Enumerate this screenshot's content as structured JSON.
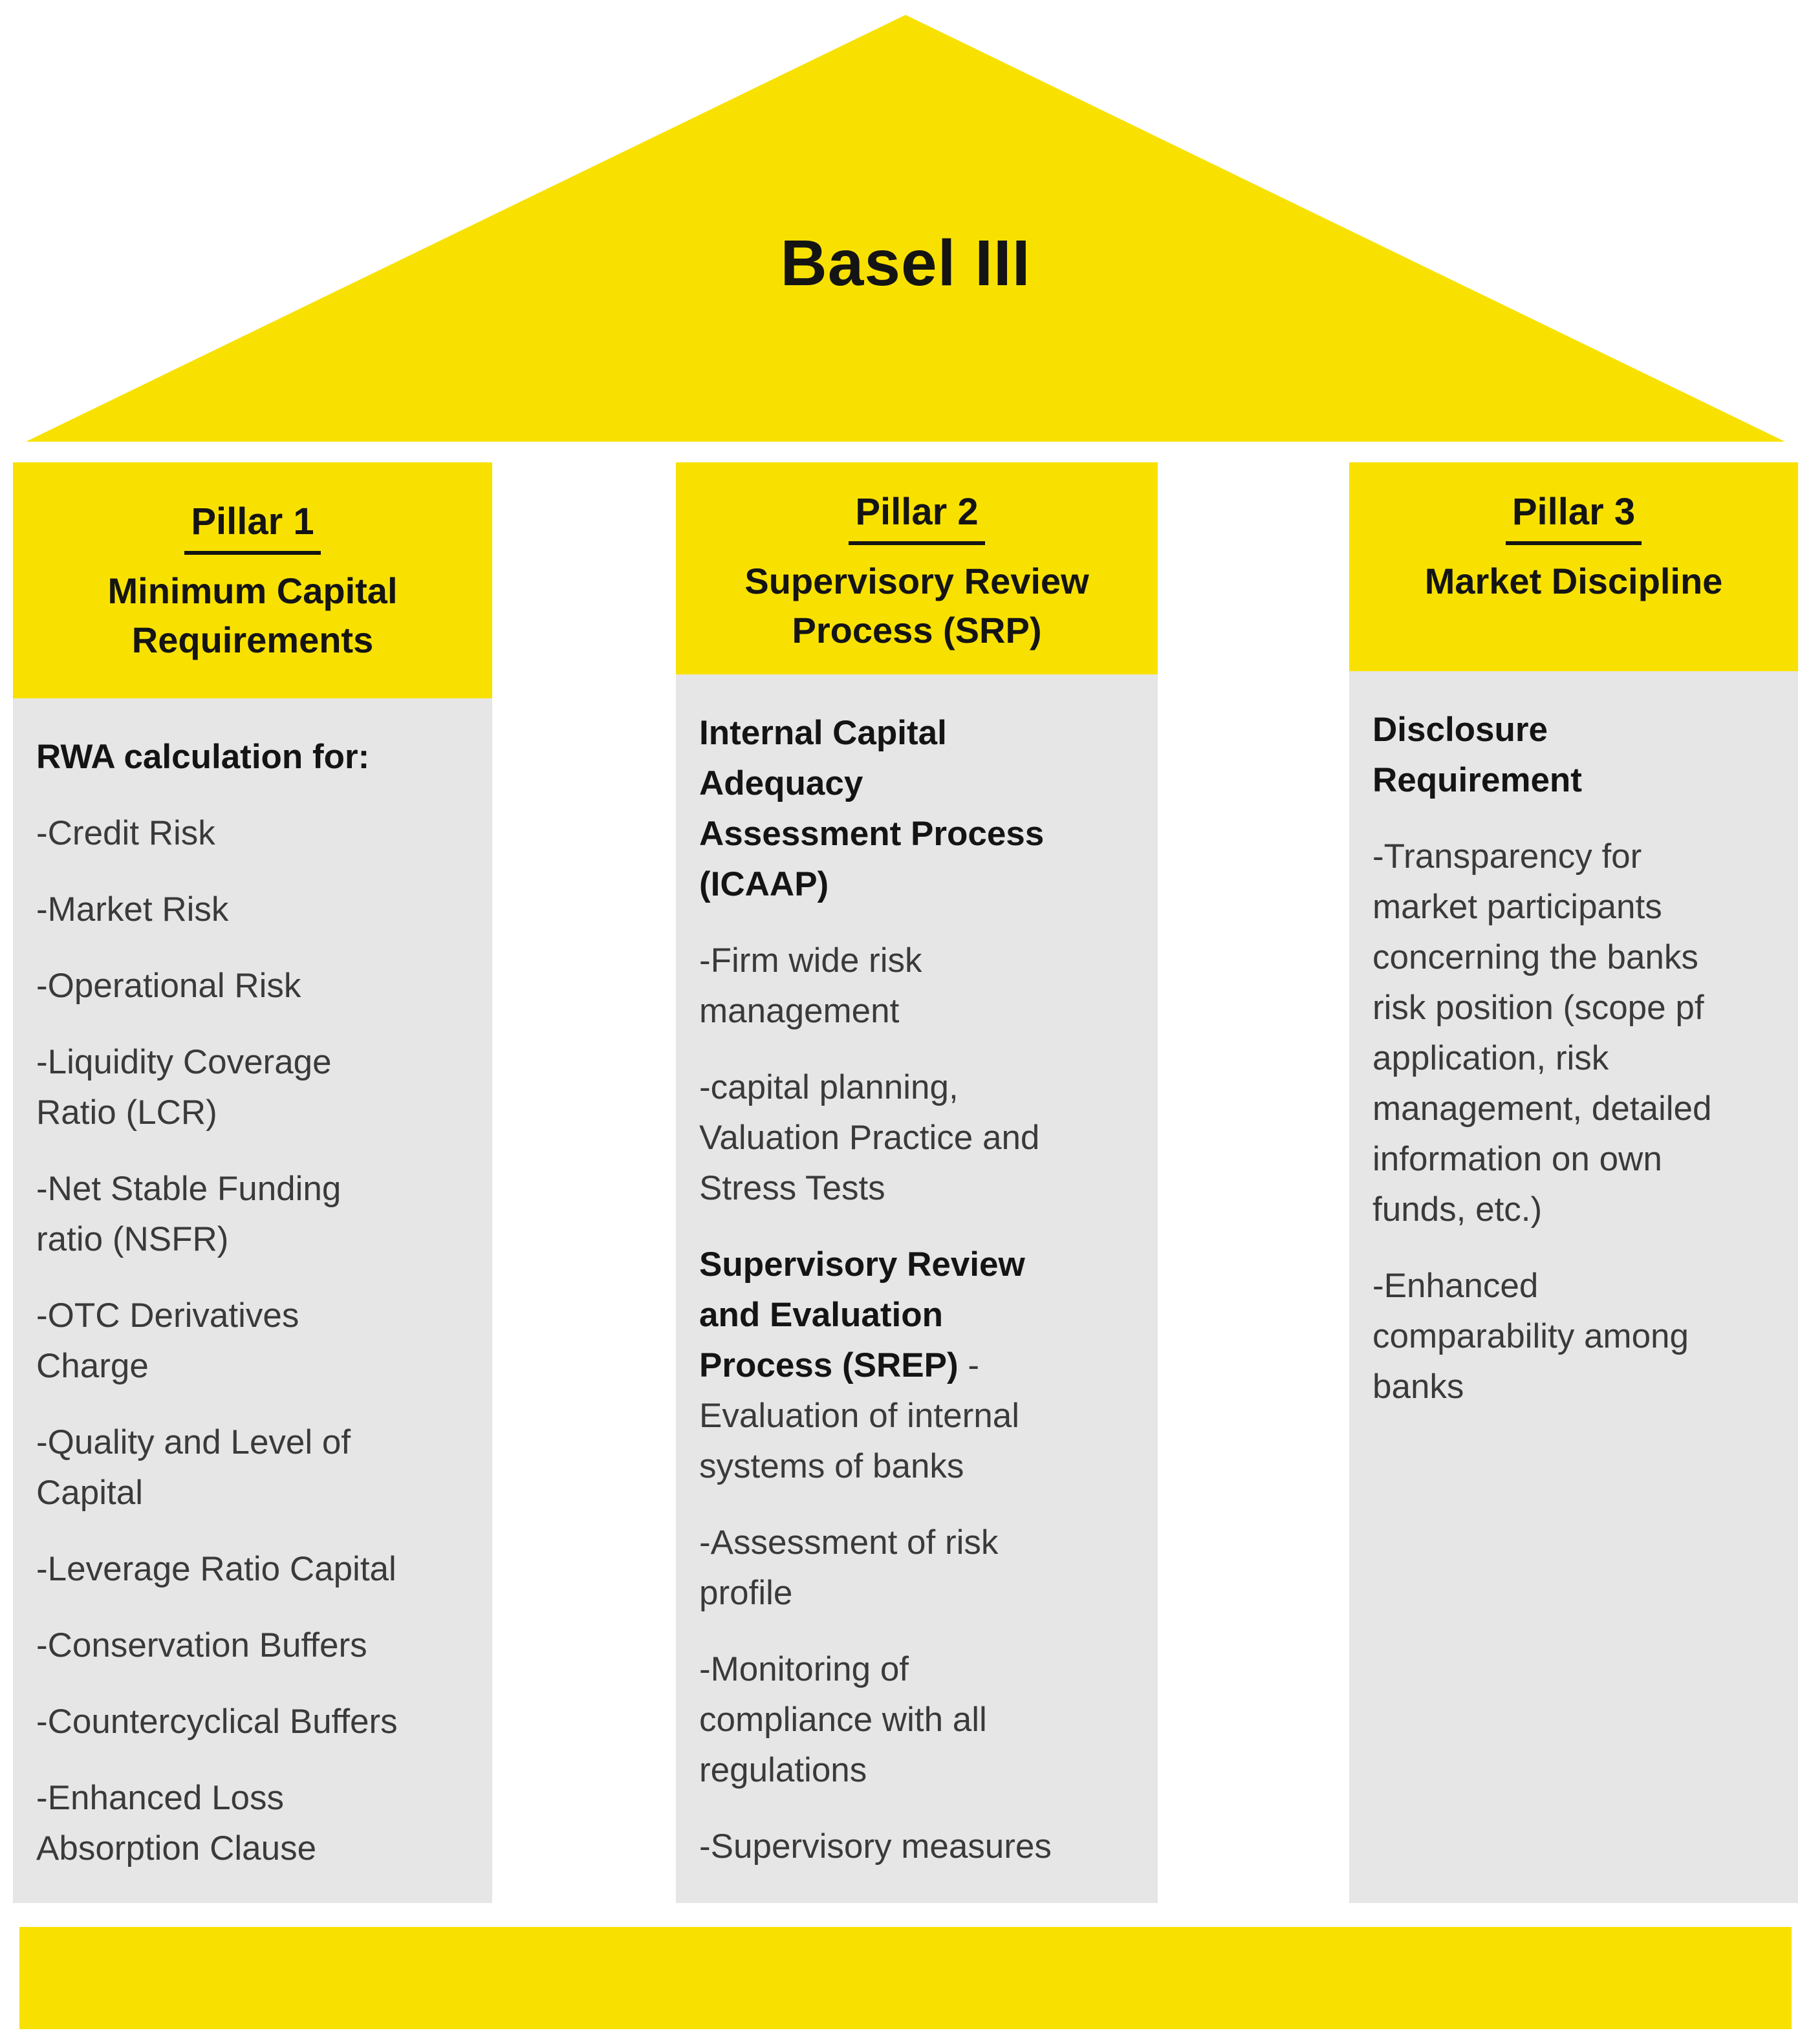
{
  "title": "Basel III",
  "colors": {
    "accent_yellow": "#F8E100",
    "panel_gray": "#E6E6E6",
    "heading_text": "#141414",
    "body_text": "#3A3A3A"
  },
  "pillars": [
    {
      "heading": "Pillar 1",
      "subtitle": "Minimum Capital\nRequirements",
      "items": [
        {
          "bold": "RWA calculation for:",
          "text": ""
        },
        {
          "bold": "",
          "text": "-Credit Risk"
        },
        {
          "bold": "",
          "text": "-Market Risk"
        },
        {
          "bold": "",
          "text": "-Operational Risk"
        },
        {
          "bold": "",
          "text": "-Liquidity Coverage\nRatio (LCR)"
        },
        {
          "bold": "",
          "text": "-Net Stable Funding\nratio (NSFR)"
        },
        {
          "bold": "",
          "text": "-OTC Derivatives\nCharge"
        },
        {
          "bold": "",
          "text": "-Quality and Level of\nCapital"
        },
        {
          "bold": "",
          "text": "-Leverage Ratio Capital"
        },
        {
          "bold": "",
          "text": "-Conservation Buffers"
        },
        {
          "bold": "",
          "text": "-Countercyclical Buffers"
        },
        {
          "bold": "",
          "text": "-Enhanced Loss\nAbsorption Clause"
        }
      ]
    },
    {
      "heading": "Pillar 2",
      "subtitle": "Supervisory Review\nProcess (SRP)",
      "items": [
        {
          "bold": "Internal Capital\nAdequacy\nAssessment Process\n(ICAAP)",
          "text": ""
        },
        {
          "bold": "",
          "text": "-Firm wide risk\nmanagement"
        },
        {
          "bold": "",
          "text": "-capital planning,\nValuation Practice and\nStress Tests"
        },
        {
          "bold": "Supervisory Review\nand Evaluation\nProcess (SREP)",
          "text": " -\nEvaluation of internal\nsystems of banks"
        },
        {
          "bold": "",
          "text": "-Assessment of risk\nprofile"
        },
        {
          "bold": "",
          "text": "-Monitoring of\ncompliance with all\nregulations"
        },
        {
          "bold": "",
          "text": "-Supervisory measures"
        }
      ]
    },
    {
      "heading": "Pillar 3",
      "subtitle": "Market Discipline",
      "items": [
        {
          "bold": "Disclosure\nRequirement",
          "text": ""
        },
        {
          "bold": "",
          "text": "-Transparency for\nmarket participants\nconcerning the banks\nrisk position (scope pf\napplication, risk\nmanagement, detailed\ninformation on own\nfunds, etc.)"
        },
        {
          "bold": "",
          "text": "-Enhanced\ncomparability among\nbanks"
        }
      ]
    }
  ]
}
